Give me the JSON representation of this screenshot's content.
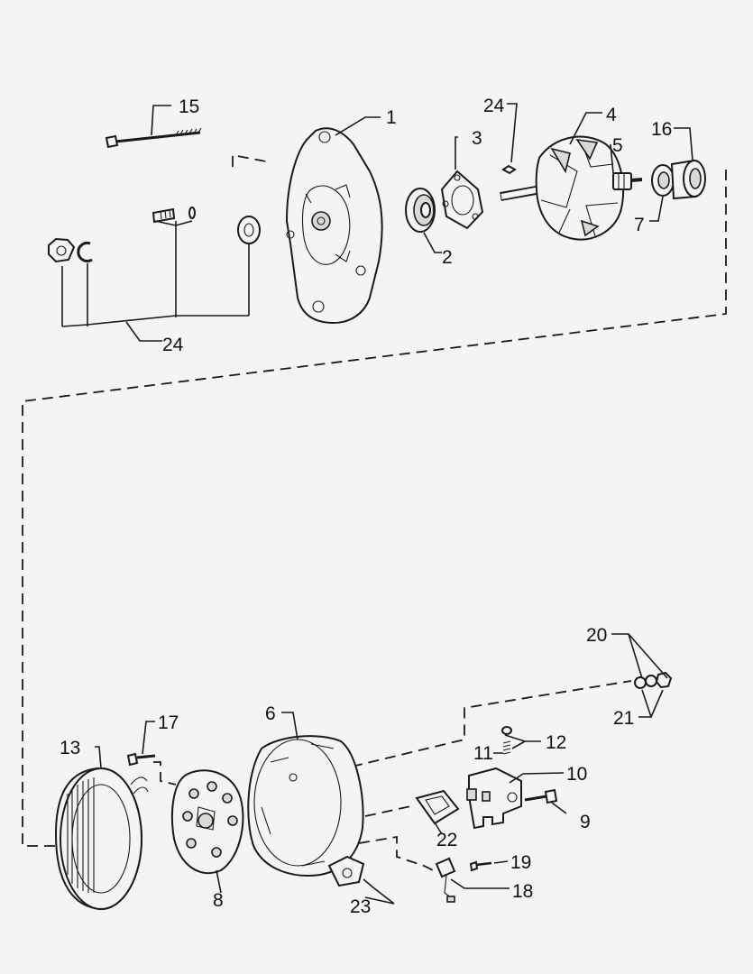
{
  "labels": {
    "p1": "1",
    "p2": "2",
    "p3": "3",
    "p4": "4",
    "p5": "5",
    "p6": "6",
    "p7": "7",
    "p8": "8",
    "p9": "9",
    "p10": "10",
    "p11": "11",
    "p12": "12",
    "p13": "13",
    "p15": "15",
    "p16": "16",
    "p17": "17",
    "p18": "18",
    "p19": "19",
    "p20": "20",
    "p21": "21",
    "p22": "22",
    "p23": "23",
    "p24a": "24",
    "p24b": "24"
  }
}
